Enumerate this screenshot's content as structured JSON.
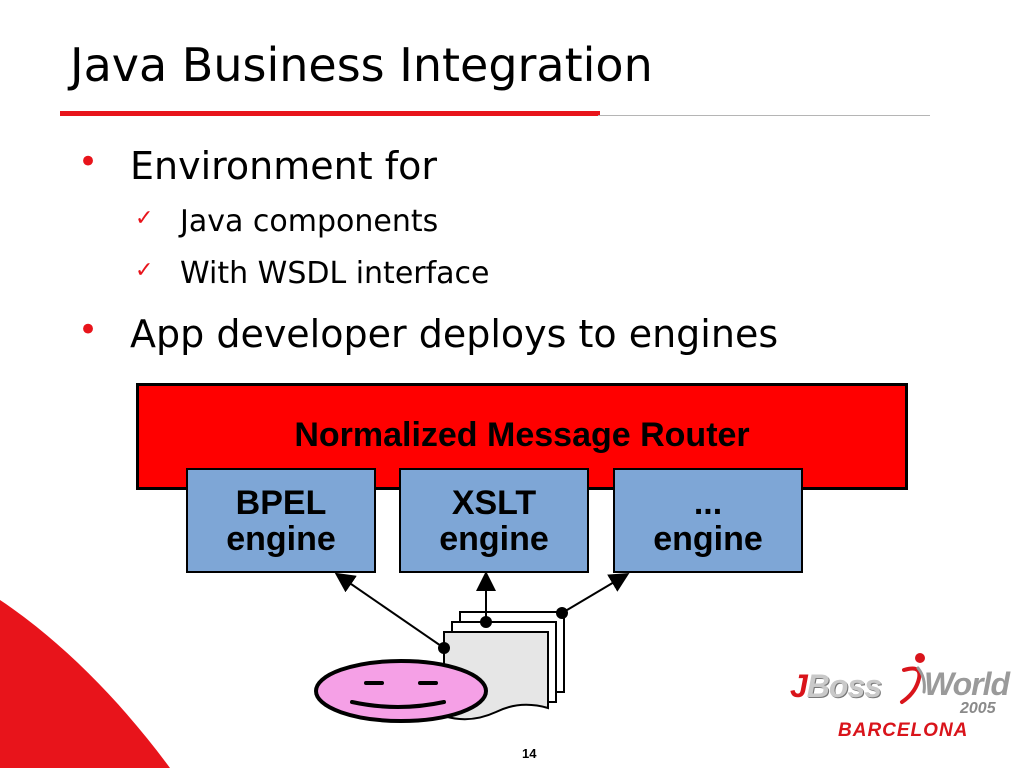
{
  "slide": {
    "title": "Java Business Integration",
    "bullets": [
      {
        "text": "Environment for",
        "sub": [
          "Java components",
          "With WSDL interface"
        ]
      },
      {
        "text": "App developer deploys to engines"
      }
    ],
    "diagram": {
      "router_label": "Normalized Message Router",
      "engines": [
        {
          "line1": "BPEL",
          "line2": "engine"
        },
        {
          "line1": "XSLT",
          "line2": "engine"
        },
        {
          "line1": "...",
          "line2": "engine"
        }
      ]
    },
    "page_number": "14",
    "logo": {
      "brand_j": "J",
      "brand_rest": "Boss",
      "brand_world": "World",
      "year": "2005",
      "city": "BARCELONA"
    },
    "colors": {
      "accent_red": "#e8141b",
      "router_fill": "#ff0000",
      "engine_fill": "#7ea6d6",
      "face_fill": "#f5a0e6"
    }
  }
}
